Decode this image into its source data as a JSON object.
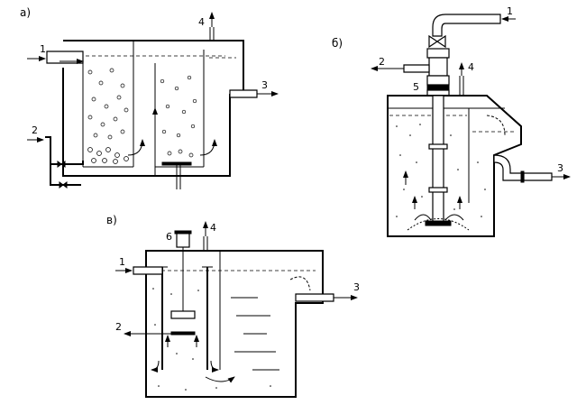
{
  "figure": {
    "panel_a": {
      "label": "а)",
      "items": [
        "1",
        "2",
        "3",
        "4"
      ]
    },
    "panel_b": {
      "label": "б)",
      "items": [
        "1",
        "2",
        "3",
        "4",
        "5"
      ]
    },
    "panel_v": {
      "label": "в)",
      "items": [
        "1",
        "2",
        "3",
        "4",
        "6"
      ]
    }
  }
}
